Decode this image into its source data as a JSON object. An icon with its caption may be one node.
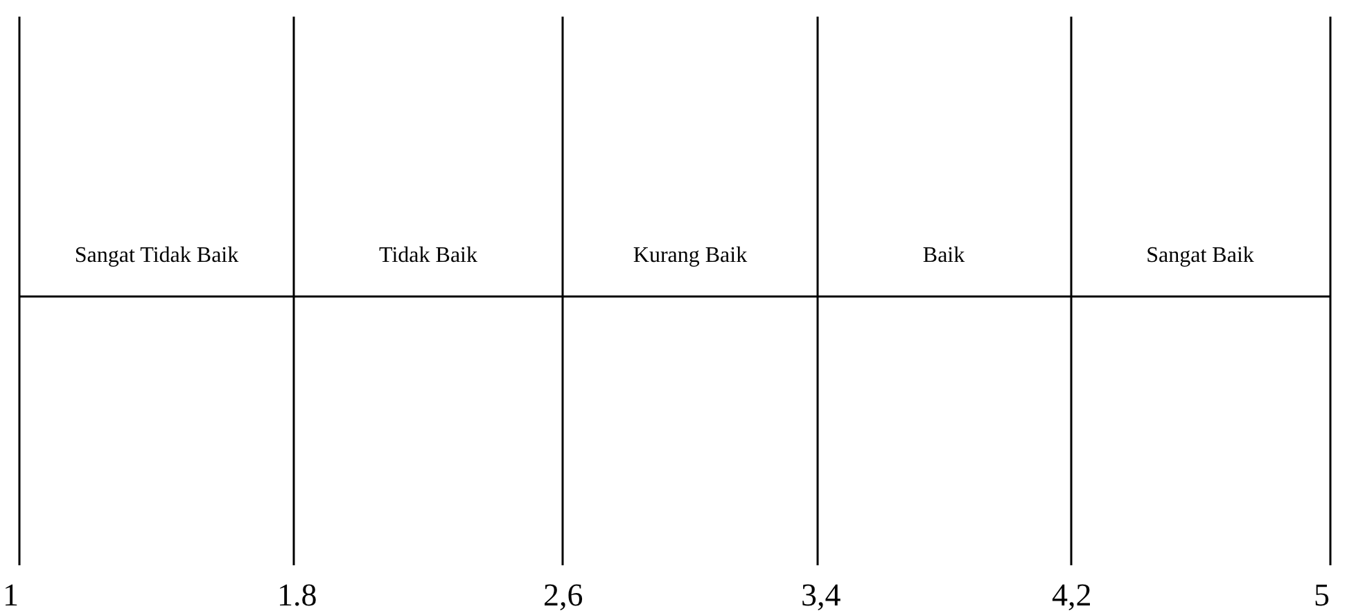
{
  "diagram": {
    "labels": [
      "Sangat Tidak Baik",
      "Tidak Baik",
      "Kurang Baik",
      "Baik",
      "Sangat Baik",
      "1",
      "1.8",
      "2,6",
      "3,4",
      "4,2",
      "5"
    ]
  }
}
